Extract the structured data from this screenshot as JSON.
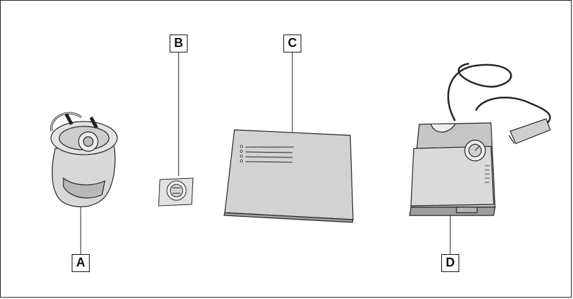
{
  "callouts": {
    "a": "A",
    "b": "B",
    "c": "C",
    "d": "D"
  },
  "colors": {
    "line": "#222222",
    "fill_light": "#e6e6e6",
    "fill_mid": "#cfcfcf",
    "fill_dark": "#a8a8a8"
  }
}
